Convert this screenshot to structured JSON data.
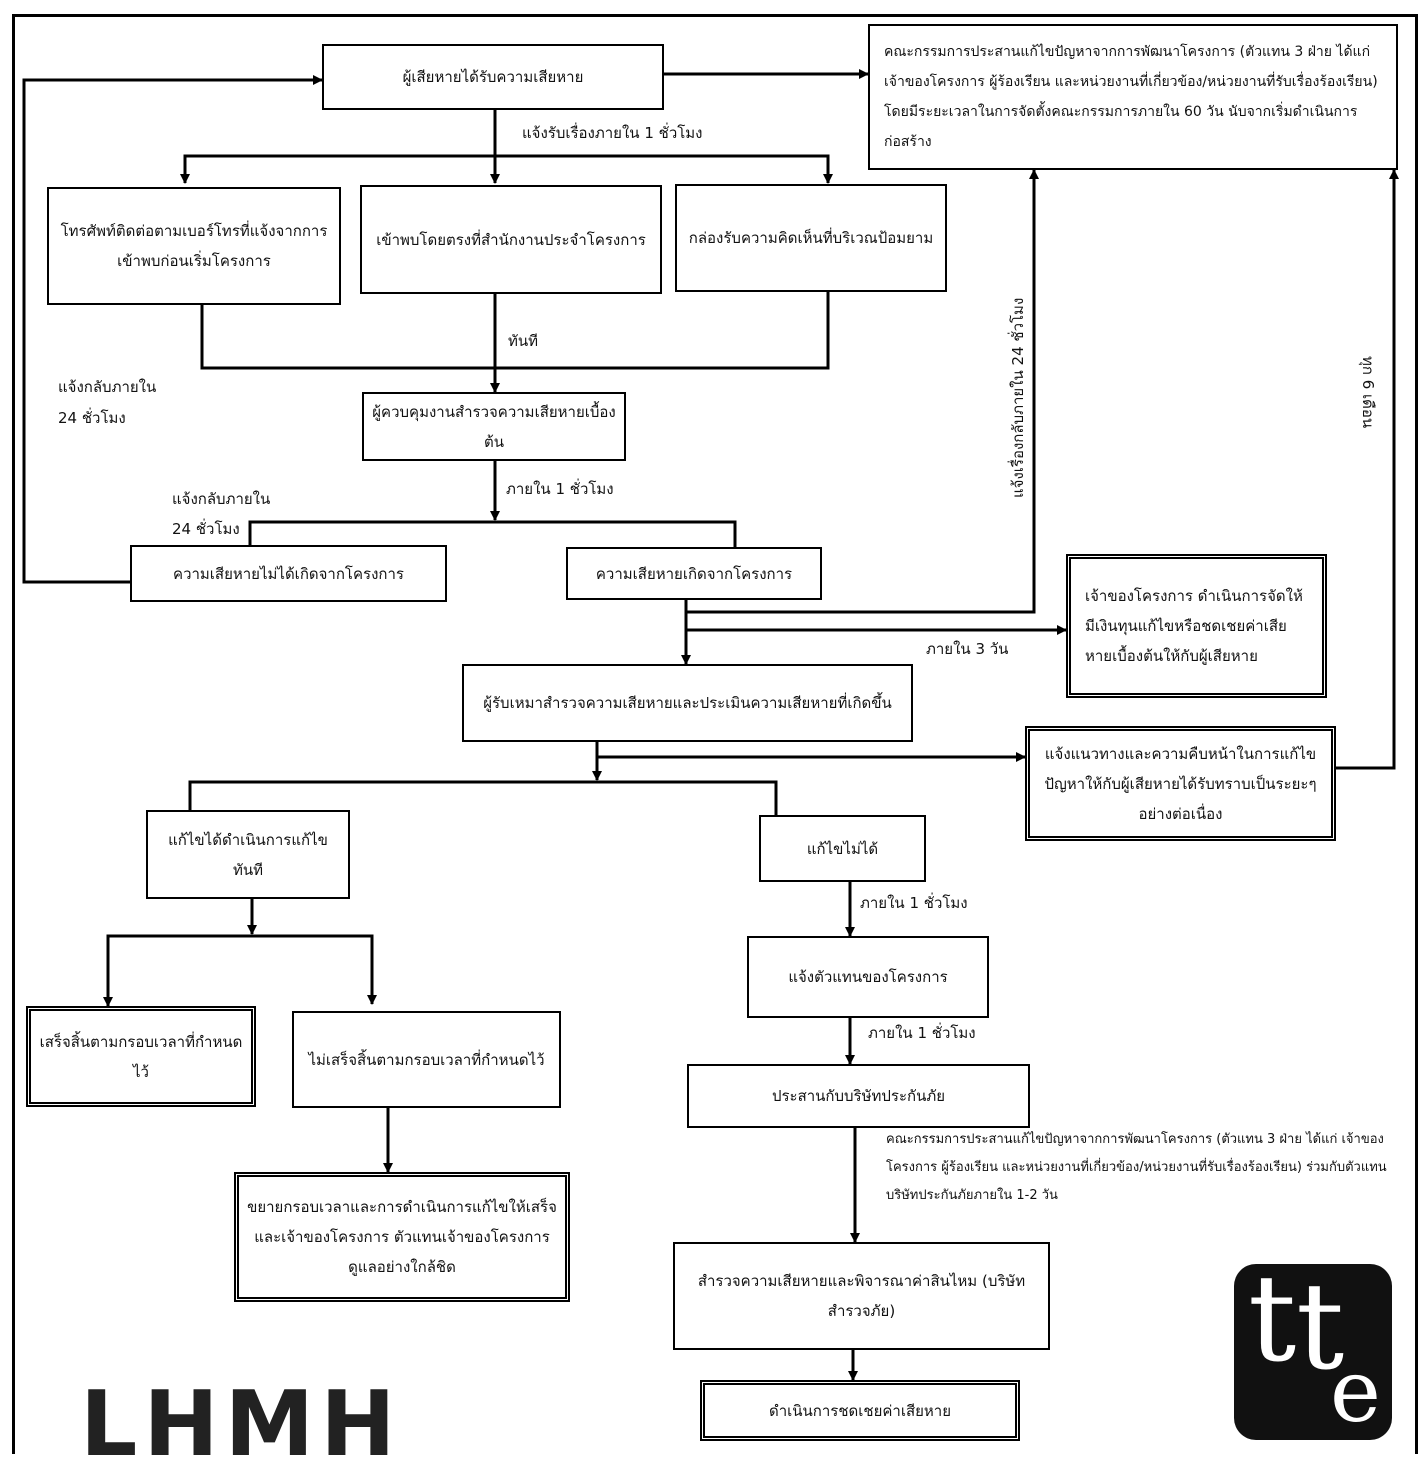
{
  "boxes": {
    "victim": "ผู้เสียหายได้รับความเสียหาย",
    "committee": "คณะกรรมการประสานแก้ไขปัญหาจากการพัฒนาโครงการ (ตัวแทน 3 ฝ่าย ได้แก่ เจ้าของโครงการ ผู้ร้องเรียน และหน่วยงานที่เกี่ยวข้อง/หน่วยงานที่รับเรื่องร้องเรียน) โดยมีระยะเวลาในการจัดตั้งคณะกรรมการภายใน 60 วัน นับจากเริ่มดำเนินการก่อสร้าง",
    "phone": "โทรศัพท์ติดต่อตามเบอร์โทรที่แจ้งจากการเข้าพบก่อนเริ่มโครงการ",
    "visit": "เข้าพบโดยตรงที่สำนักงานประจำโครงการ",
    "comment_box": "กล่องรับความคิดเห็นที่บริเวณป้อมยาม",
    "supervisor": "ผู้ควบคุมงานสำรวจความเสียหายเบื้องต้น",
    "not_project": "ความเสียหายไม่ได้เกิดจากโครงการ",
    "from_project": "ความเสียหายเกิดจากโครงการ",
    "owner_fund": "เจ้าของโครงการ ดำเนินการจัดให้มีเงินทุนแก้ไขหรือชดเชยค่าเสียหายเบื้องต้นให้กับผู้เสียหาย",
    "contractor": "ผู้รับเหมาสำรวจความเสียหายและประเมินความเสียหายที่เกิดขึ้น",
    "inform_progress": "แจ้งแนวทางและความคืบหน้าในการแก้ไขปัญหาให้กับผู้เสียหายได้รับทราบเป็นระยะๆ อย่างต่อเนื่อง",
    "fixed_now": "แก้ไขได้ดำเนินการแก้ไขทันที",
    "cannot_fix": "แก้ไขไม่ได้",
    "inform_rep": "แจ้งตัวแทนของโครงการ",
    "done_on_time": "เสร็จสิ้นตามกรอบเวลาที่กำหนดไว้",
    "not_done": "ไม่เสร็จสิ้นตามกรอบเวลาที่กำหนดไว้",
    "insurance": "ประสานกับบริษัทประกันภัย",
    "extend": "ขยายกรอบเวลาและการดำเนินการแก้ไขให้เสร็จ และเจ้าของโครงการ ตัวแทนเจ้าของโครงการดูแลอย่างใกล้ชิด",
    "survey": "สำรวจความเสียหายและพิจารณาค่าสินไหม (บริษัทสำรวจภัย)",
    "compensate": "ดำเนินการชดเชยค่าเสียหาย"
  },
  "labels": {
    "notify_1hr": "แจ้งรับเรื่องภายใน 1 ชั่วโมง",
    "immediately": "ทันที",
    "reply_24_a_line1": "แจ้งกลับภายใน",
    "reply_24_a_line2": "24 ชั่วโมง",
    "reply_24_b_line1": "แจ้งกลับภายใน",
    "reply_24_b_line2": "24 ชั่วโมง",
    "within_1hr_a": "ภายใน  1 ชั่วโมง",
    "within_3_days": "ภายใน  3 วัน",
    "within_1hr_b": "ภายใน 1 ชั่วโมง",
    "within_1hr_c": "ภายใน 1 ชั่วโมง",
    "vertical_24hr": "แจ้งเรื่องกลับภายใน 24 ชั่วโมง",
    "vertical_6mo": "ทุก 6 เดือน",
    "committee_note": "คณะกรรมการประสานแก้ไขปัญหาจากการพัฒนาโครงการ (ตัวแทน 3 ฝ่าย ได้แก่ เจ้าของโครงการ  ผู้ร้องเรียน และหน่วยงานที่เกี่ยวข้อง/หน่วยงานที่รับเรื่องร้องเรียน) ร่วมกับตัวแทนบริษัทประกันภัยภายใน 1-2  วัน"
  },
  "watermark": "LHMH",
  "logo_text": "tte"
}
